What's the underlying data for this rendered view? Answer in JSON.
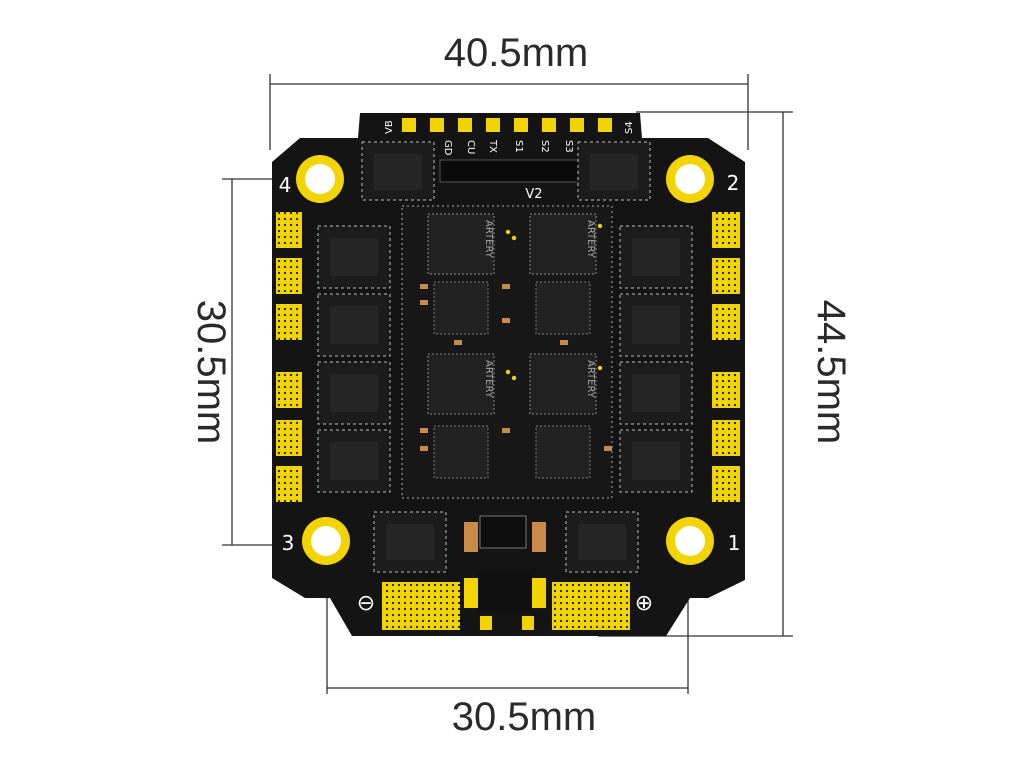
{
  "dimensions": {
    "top_width": "40.5mm",
    "left_mount_spacing": "30.5mm",
    "right_height": "44.5mm",
    "bottom_mount_spacing": "30.5mm"
  },
  "board": {
    "version_label": "V2",
    "corner_labels": [
      "4",
      "2",
      "3",
      "1"
    ],
    "pad_labels": [
      "VB",
      "GD",
      "CU",
      "TX",
      "S1",
      "S2",
      "S3",
      "S4"
    ],
    "polarity_negative": "⊖",
    "polarity_positive": "⊕",
    "chip_marking": "ARTERY",
    "colors": {
      "pcb": "#141414",
      "pad_gold": "#f2d400",
      "silkscreen": "#ffffff",
      "dimension_line": "#333333"
    }
  }
}
